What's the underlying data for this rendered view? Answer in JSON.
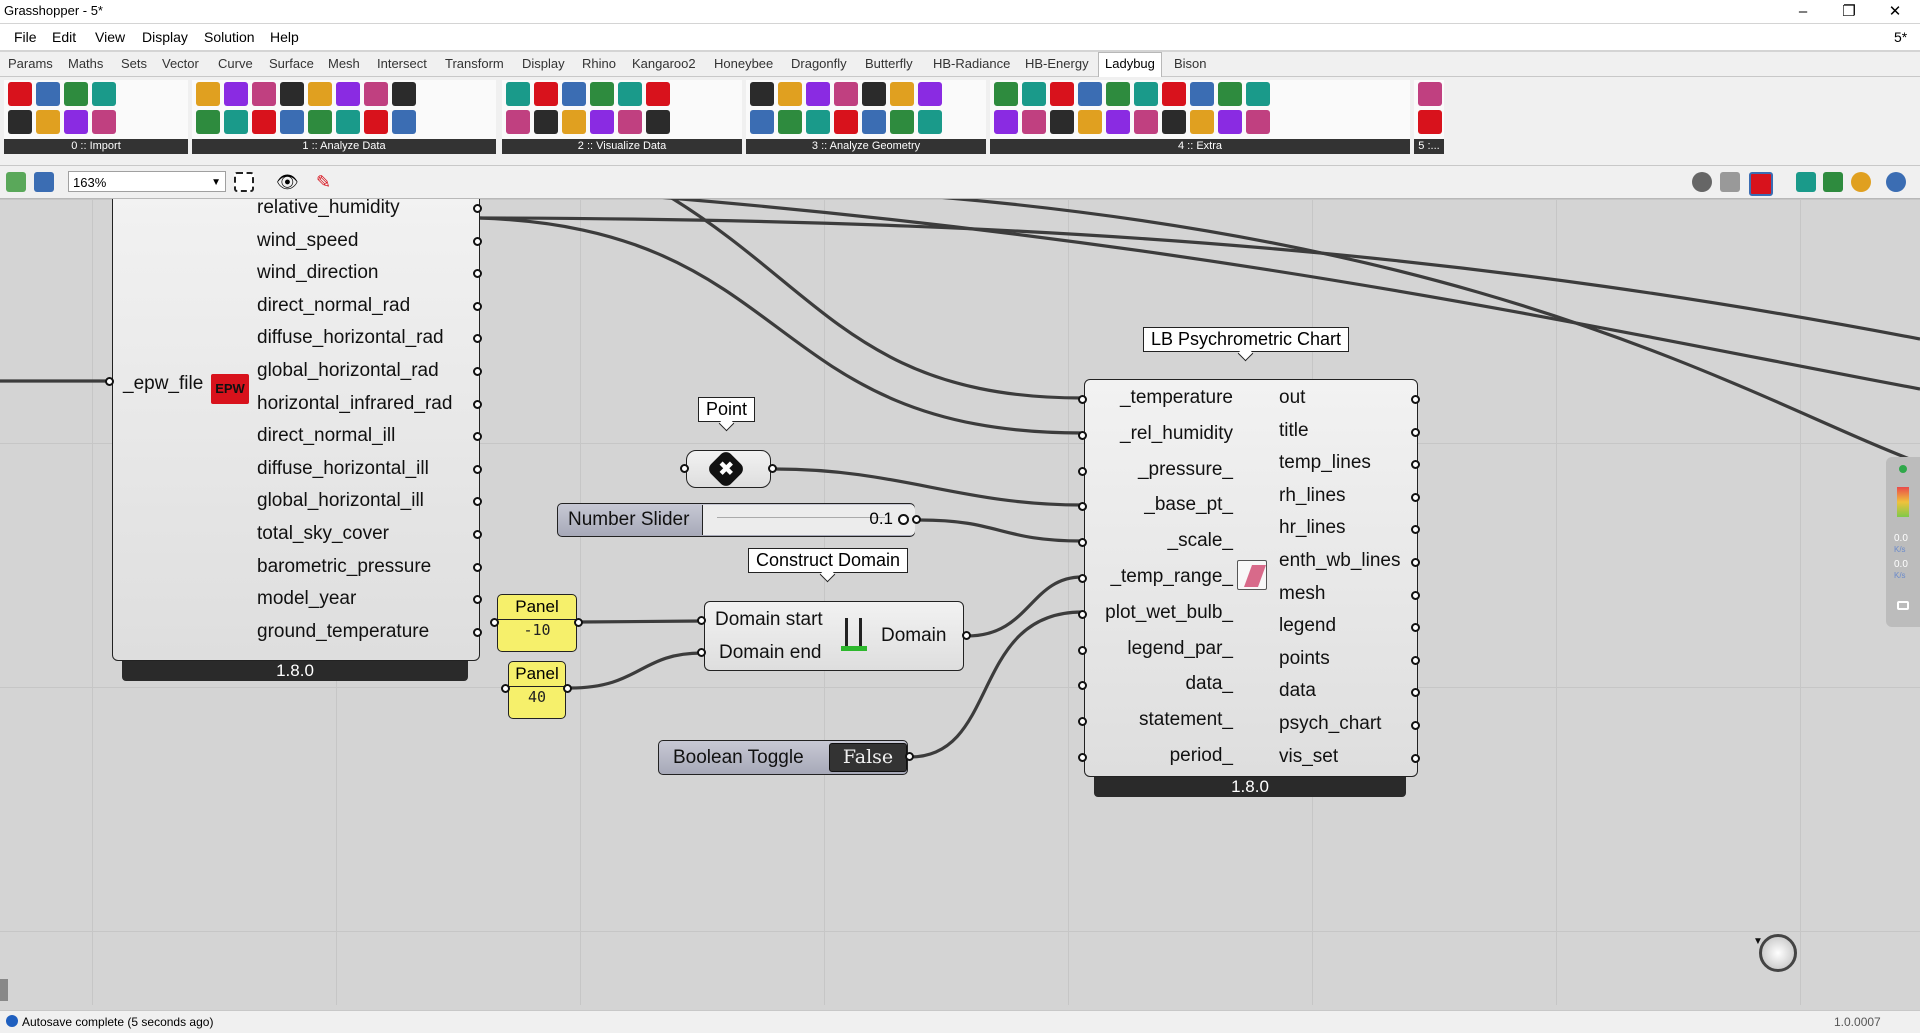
{
  "app": {
    "title": "Grasshopper - 5*",
    "doc_tag": "5*",
    "window_controls": {
      "minimize": "–",
      "maximize": "❐",
      "close": "✕"
    }
  },
  "menu": [
    "File",
    "Edit",
    "View",
    "Display",
    "Solution",
    "Help"
  ],
  "tabs": [
    "Params",
    "Maths",
    "Sets",
    "Vector",
    "Curve",
    "Surface",
    "Mesh",
    "Intersect",
    "Transform",
    "Display",
    "Rhino",
    "Kangaroo2",
    "Honeybee",
    "Dragonfly",
    "Butterfly",
    "HB-Radiance",
    "HB-Energy",
    "Ladybug",
    "Bison"
  ],
  "active_tab": "Ladybug",
  "ribbon_groups": [
    "0 :: Import",
    "1 :: Analyze Data",
    "2 :: Visualize Data",
    "3 :: Analyze Geometry",
    "4 :: Extra",
    "5 :..."
  ],
  "ribbon_icon_counts": [
    8,
    16,
    12,
    14,
    20,
    2
  ],
  "canvas_toolbar": {
    "zoom": "163%"
  },
  "canvas": {
    "epw_component": {
      "outputs": [
        "relative_humidity",
        "wind_speed",
        "wind_direction",
        "direct_normal_rad",
        "diffuse_horizontal_rad",
        "global_horizontal_rad",
        "horizontal_infrared_rad",
        "direct_normal_ill",
        "diffuse_horizontal_ill",
        "global_horizontal_ill",
        "total_sky_cover",
        "barometric_pressure",
        "model_year",
        "ground_temperature"
      ],
      "input": "_epw_file",
      "icon": "EPW",
      "version": "1.8.0"
    },
    "point": {
      "label": "Point"
    },
    "number_slider": {
      "label": "Number Slider",
      "value": "0.1"
    },
    "construct_domain": {
      "label": "Construct Domain",
      "inputs": [
        "Domain start",
        "Domain end"
      ],
      "output": "Domain"
    },
    "panel_1": {
      "header": "Panel",
      "value": "-10"
    },
    "panel_2": {
      "header": "Panel",
      "value": "40"
    },
    "boolean_toggle": {
      "label": "Boolean Toggle",
      "value": "False"
    },
    "psychro": {
      "label": "LB Psychrometric Chart",
      "inputs": [
        "_temperature",
        "_rel_humidity",
        "_pressure_",
        "_base_pt_",
        "_scale_",
        "_temp_range_",
        "plot_wet_bulb_",
        "legend_par_",
        "data_",
        "statement_",
        "period_"
      ],
      "outputs": [
        "out",
        "title",
        "temp_lines",
        "rh_lines",
        "hr_lines",
        "enth_wb_lines",
        "mesh",
        "legend",
        "points",
        "data",
        "psych_chart",
        "vis_set"
      ],
      "version": "1.8.0"
    },
    "right_strip": {
      "readout_1": "0.0",
      "unit_1": "K/s",
      "readout_2": "0.0",
      "unit_2": "K/s"
    }
  },
  "status": {
    "message": "Autosave complete (5 seconds ago)",
    "version": "1.0.0007"
  },
  "colors": {
    "wire": "#3c3c3c",
    "panel": "#f6f06b",
    "component": "#e6e6e6",
    "ladybug_red": "#d8121c"
  }
}
